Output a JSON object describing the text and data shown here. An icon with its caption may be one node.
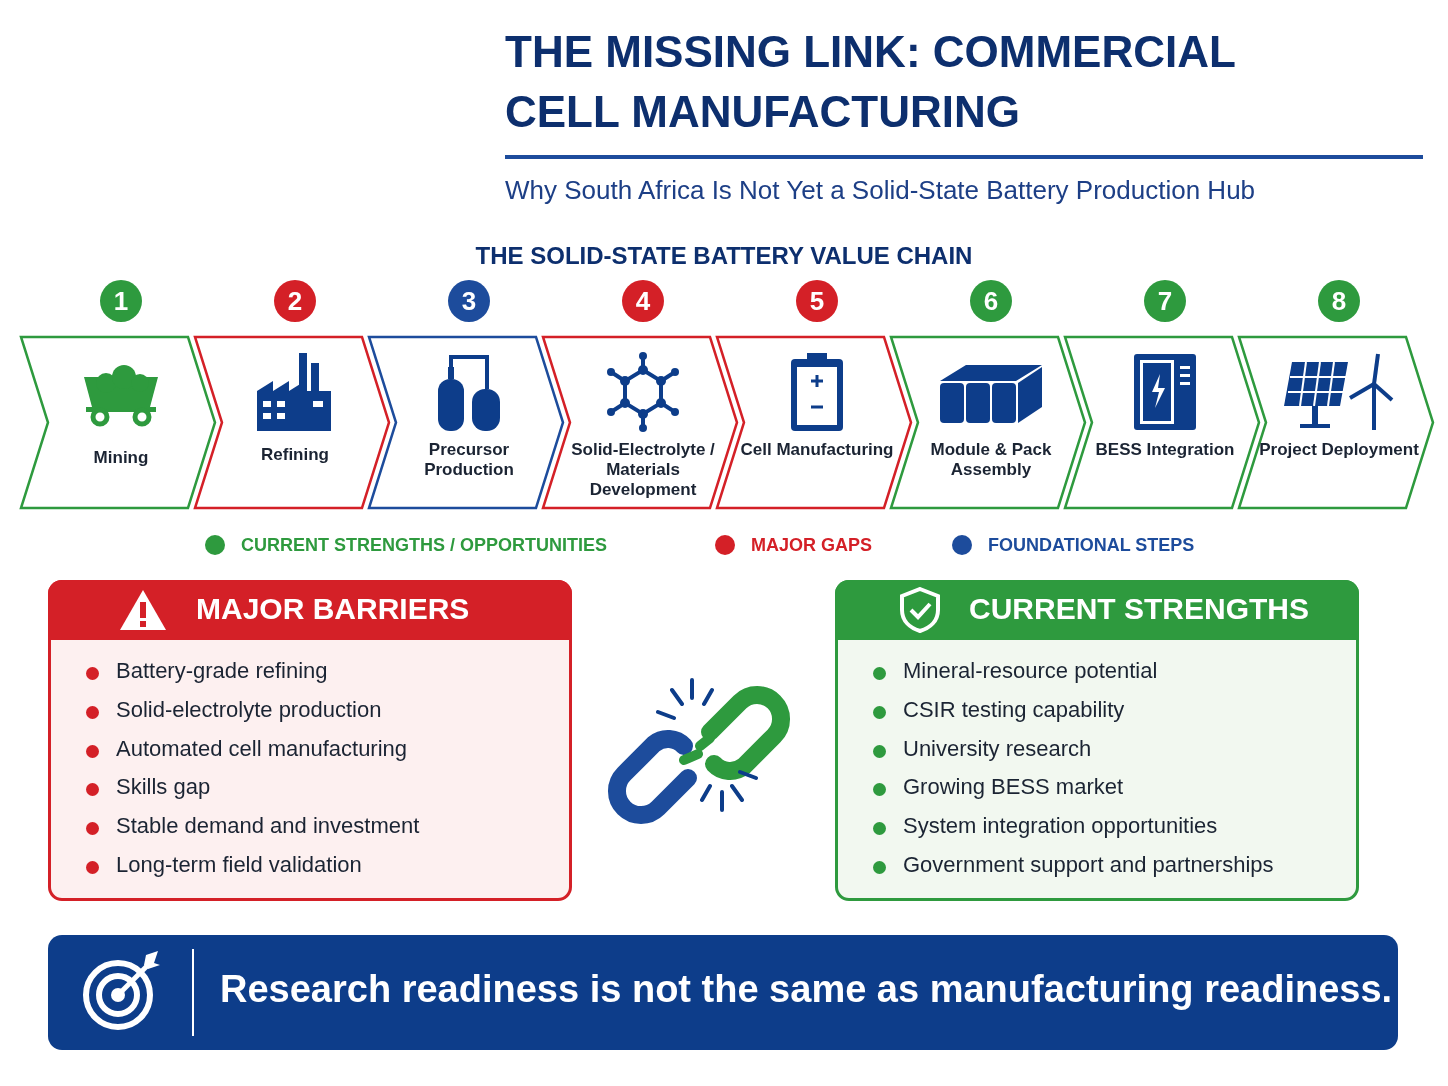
{
  "diagram": {
    "title": "THE MISSING LINK: COMMERCIAL CELL MANUFACTURING",
    "nodes": [
      {
        "text": [
          "1",
          "Mining"
        ]
      },
      {
        "text": [
          "2",
          "Refining"
        ]
      },
      {
        "text": [
          "3",
          "Precursor Production"
        ]
      },
      {
        "text": [
          "4",
          "Solid-Electrolyte / Materials Development"
        ]
      },
      {
        "text": [
          "5",
          "Cell Manufacturing"
        ]
      },
      {
        "text": [
          "6",
          "Module & Pack Assembly"
        ]
      },
      {
        "text": [
          "7",
          "BESS Integration"
        ]
      },
      {
        "text": [
          "8",
          "Project Deployment"
        ]
      },
      {
        "text": [
          "MAJOR BARRIERS",
          "Battery-grade refining",
          "Solid-electrolyte production",
          "Automated cell manufacturing",
          "Skills gap",
          "Stable demand and investment",
          "Long-term field validation"
        ]
      },
      {
        "text": [
          "CURRENT STRENGTHS",
          "Mineral-resource potential",
          "CSIR testing capability",
          "University research",
          "Growing BESS market",
          "System integration opportunities",
          "Government support and partnerships"
        ]
      },
      {
        "text": [
          "Research readiness is not the same as manufacturing readiness."
        ]
      }
    ],
    "labels": [
      "Why South Africa Is Not Yet a Solid-State Battery Production Hub",
      "THE SOLID-STATE BATTERY VALUE CHAIN"
    ],
    "legend": [
      {
        "text": "CURRENT STRENGTHS / OPPORTUNITIES",
        "color": "#2e9a3e"
      },
      {
        "text": "MAJOR GAPS",
        "color": "#d42027"
      },
      {
        "text": "FOUNDATIONAL STEPS",
        "color": "#1d4c9c"
      }
    ]
  }
}
